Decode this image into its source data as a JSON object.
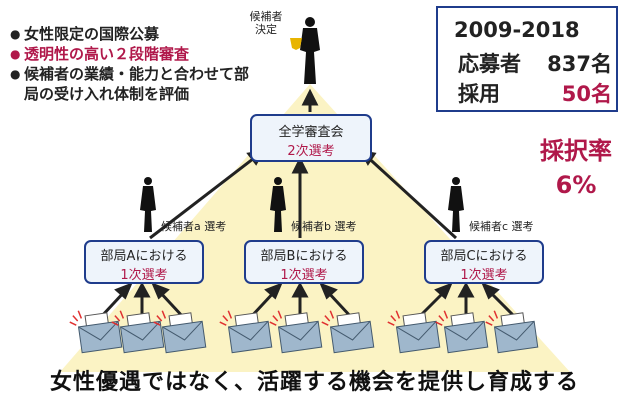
{
  "bullets": [
    {
      "text": "女性限定の国際公募",
      "color": "#222222"
    },
    {
      "text": "透明性の高い２段階審査",
      "color": "#b0184a"
    },
    {
      "text": "候補者の業績・能力と合わせて部局の受け入れ体制を評価",
      "color": "#222222"
    }
  ],
  "stats": {
    "years": "2009-2018",
    "applicants_label": "応募者",
    "applicants_value": "837名",
    "hired_label": "採用",
    "hired_value": "50名"
  },
  "rate": {
    "label": "採択率",
    "value": "6%"
  },
  "decided_label": "候補者\n決定",
  "committee": {
    "title": "全学審査会",
    "stage": "2次選考"
  },
  "departments": [
    {
      "title": "部局Aにおける",
      "stage": "1次選考",
      "candidate_label": "候補者a 選考"
    },
    {
      "title": "部局Bにおける",
      "stage": "1次選考",
      "candidate_label": "候補者b 選考"
    },
    {
      "title": "部局Cにおける",
      "stage": "1次選考",
      "candidate_label": "候補者c 選考"
    }
  ],
  "slogan": "女性優遇ではなく、活躍する機会を提供し育成する",
  "colors": {
    "accent": "#b0184a",
    "border": "#1f3c8c",
    "beam": "#fbf3c4",
    "box_fill": "#eef4fb"
  }
}
